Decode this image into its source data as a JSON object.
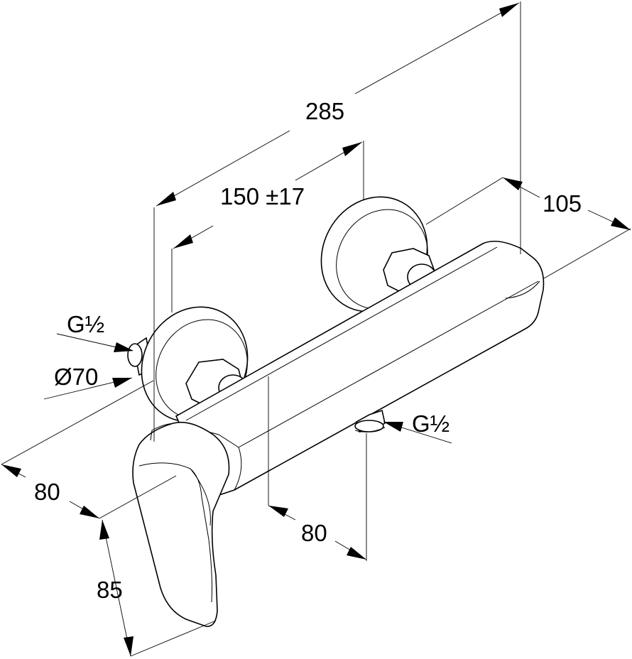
{
  "dimensions": {
    "overall_width": "285",
    "centre_distance": "150 ±17",
    "depth": "105",
    "inlet_thread_left": "G½",
    "rosette_diameter": "Ø70",
    "outlet_thread": "G½",
    "wall_to_outlet": "80",
    "wall_to_handle": "80",
    "handle_height": "85"
  }
}
